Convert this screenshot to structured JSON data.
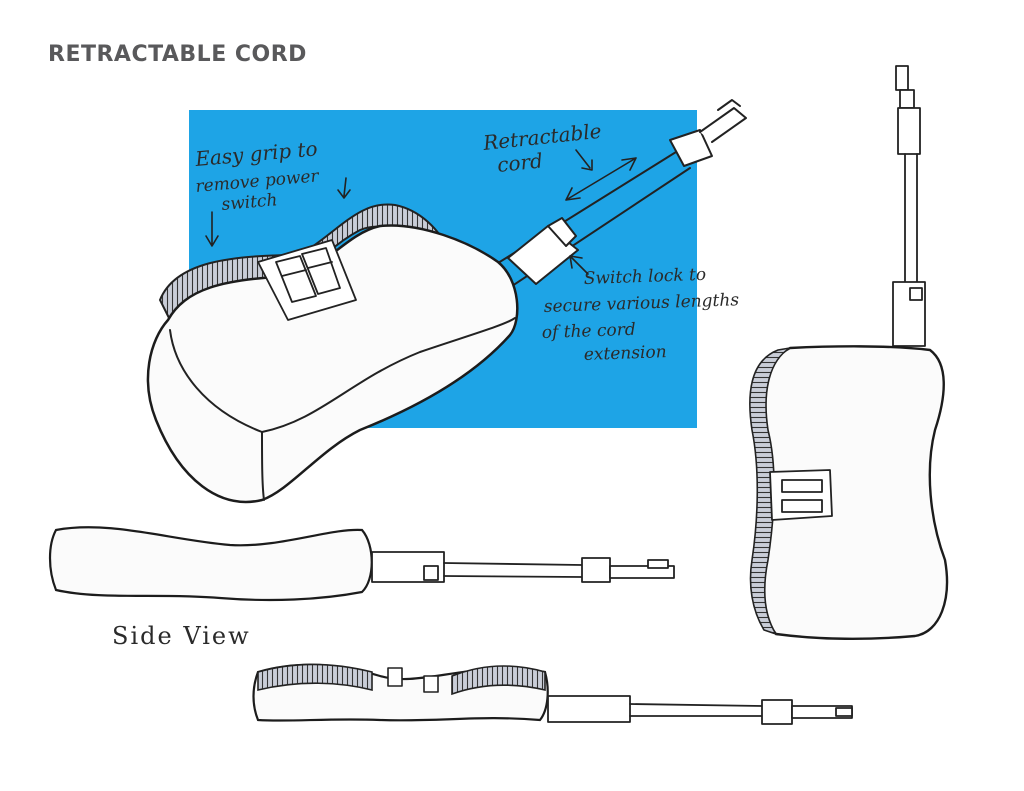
{
  "title": "RETRACTABLE CORD",
  "colors": {
    "highlight": "#1ea4e6",
    "ink": "#222222",
    "title_gray": "#59595b",
    "rib_fill": "#c9cdd8"
  },
  "annotations": {
    "easy_grip": [
      "Easy grip to",
      "remove power",
      "switch"
    ],
    "retractable_cord": [
      "Retractable",
      "cord"
    ],
    "switch_lock": [
      "Switch lock to",
      "secure various lengths",
      "of the cord",
      "extension"
    ],
    "side_view": "Side View"
  }
}
